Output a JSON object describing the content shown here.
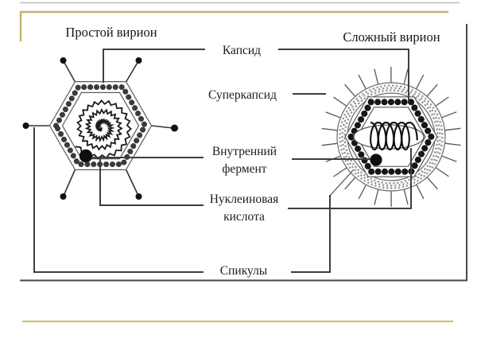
{
  "slide": {
    "titles": {
      "simple_virion": "Простой вирион",
      "complex_virion": "Сложный вирион"
    },
    "labels": {
      "capsid": "Капсид",
      "supercapsid": "Суперкапсид",
      "internal_enzyme": "Внутренний\nфермент",
      "nucleic_acid": "Нуклеиновая\nкислота",
      "spicules": "Спикулы"
    },
    "colors": {
      "accent_gold_top": "#c6b269",
      "accent_gold_bottom": "#cfc07a",
      "figure_border": "#474747",
      "connector_line": "#3e3e3e",
      "ink": "#1d1d1d"
    }
  }
}
